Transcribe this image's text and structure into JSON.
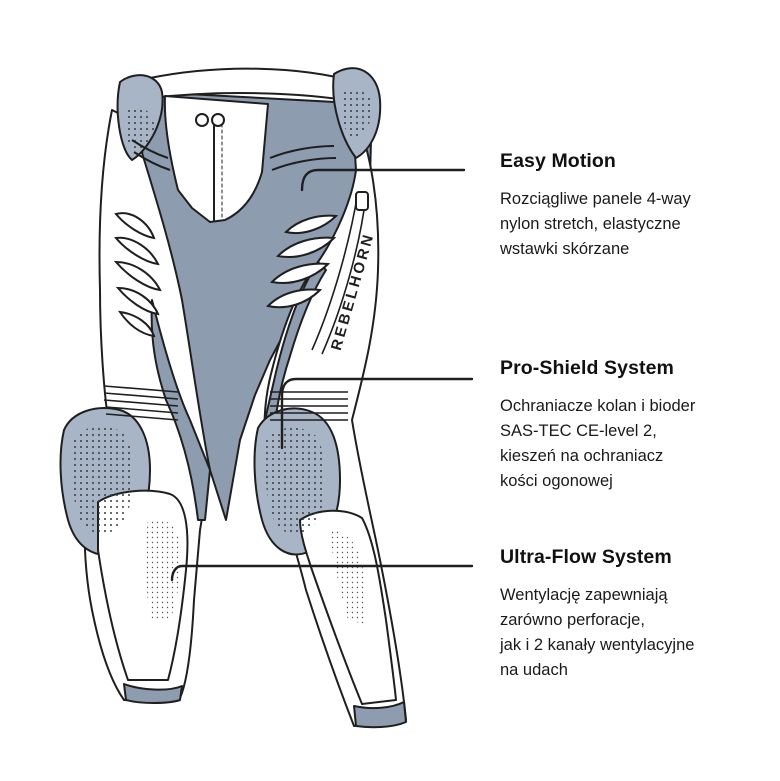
{
  "brand_mark": "REBELHORN",
  "colors": {
    "outline": "#1f1f1f",
    "panel_blue": "#8e9cb0",
    "armor_blue": "#a7b5c7",
    "leather_white": "#ffffff",
    "text": "#111111"
  },
  "features": [
    {
      "title": "Easy Motion",
      "lines": [
        "Rozciągliwe panele 4-way",
        "nylon stretch, elastyczne",
        "wstawki skórzane"
      ]
    },
    {
      "title": "Pro-Shield System",
      "lines": [
        "Ochraniacze kolan i bioder",
        "SAS-TEC CE-level 2,",
        "kieszeń na ochraniacz",
        "kości ogonowej"
      ]
    },
    {
      "title": "Ultra-Flow System",
      "lines": [
        "Wentylację zapewniają",
        "zarówno perforacje,",
        "jak i 2 kanały wentylacyjne",
        "na udach"
      ]
    }
  ]
}
